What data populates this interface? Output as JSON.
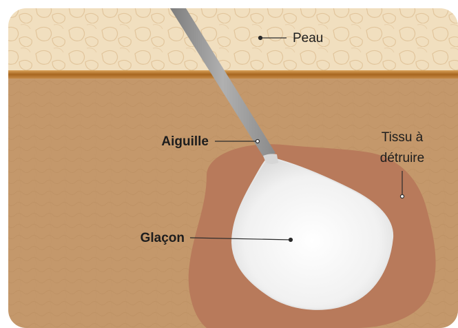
{
  "labels": {
    "skin": "Peau",
    "needle": "Aiguille",
    "ice": "Glaçon",
    "tissue_line1": "Tissu à",
    "tissue_line2": "détruire"
  },
  "colors": {
    "skin": "#f1dfbf",
    "skin_cells": "#e3c9a2",
    "boundary": "#b8772e",
    "flesh": "#c4986b",
    "flesh_texture": "#b88b5e",
    "target_tissue": "#b87a5b",
    "ice": "#f3f3f3",
    "needle": "#9a9a9a",
    "text": "#1d1d1d"
  }
}
